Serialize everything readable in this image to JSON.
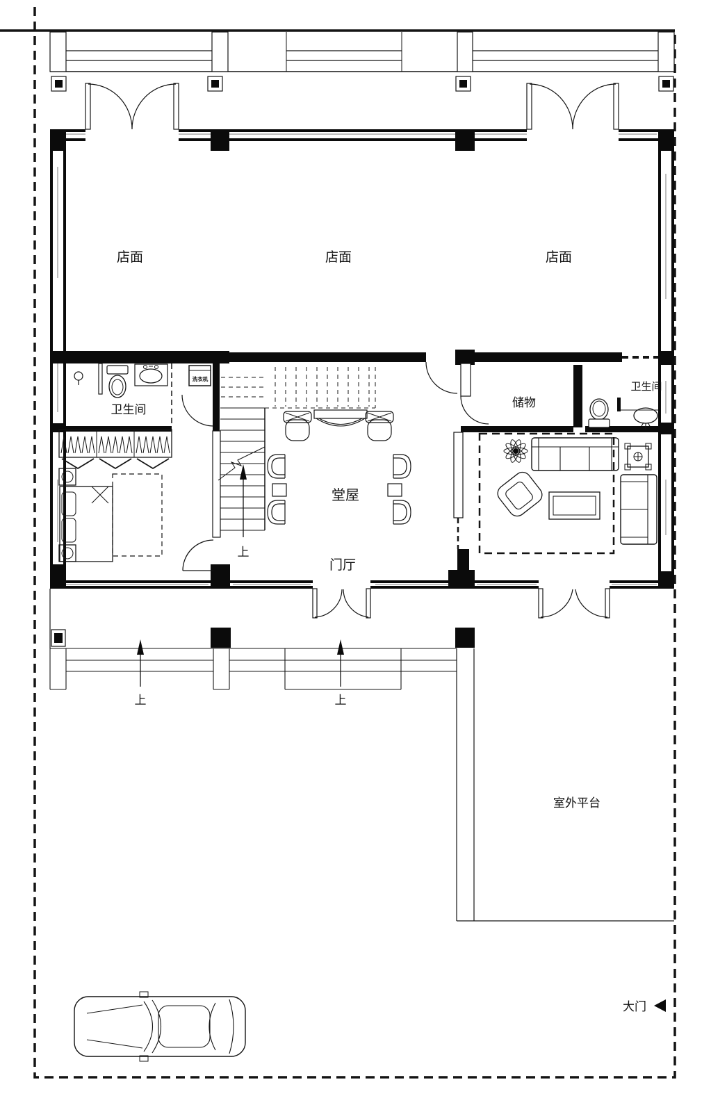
{
  "labels": {
    "shop_left": "店面",
    "shop_middle": "店面",
    "shop_right": "店面",
    "bathroom_left": "卫生间",
    "bathroom_right": "卫生间",
    "storage": "储物",
    "main_hall": "堂屋",
    "foyer": "门厅",
    "outdoor_platform": "室外平台",
    "main_gate": "大门",
    "up_stairs": "上",
    "up_steps_left": "上",
    "up_steps_middle": "上",
    "washing_machine": "洗衣机"
  },
  "colors": {
    "line": "#141414",
    "wall_fill": "#0b0b0b",
    "background": "#ffffff"
  }
}
